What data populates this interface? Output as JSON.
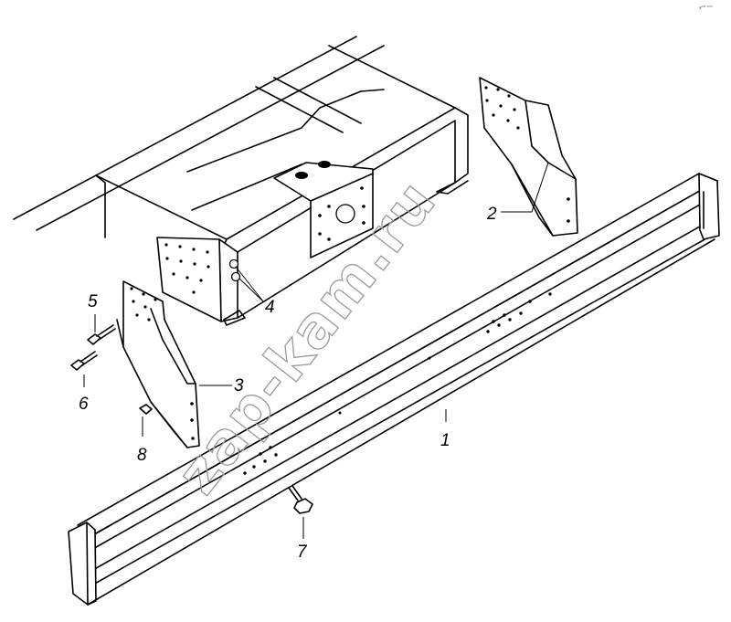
{
  "diagram": {
    "code": "х²⁸ ⁰⁰⁰",
    "watermark": "zap-kam.ru",
    "callouts": [
      {
        "number": "1",
        "part": "bumper beam"
      },
      {
        "number": "2",
        "part": "right bracket"
      },
      {
        "number": "3",
        "part": "left bracket"
      },
      {
        "number": "4",
        "part": "frame holes"
      },
      {
        "number": "5",
        "part": "bolt"
      },
      {
        "number": "6",
        "part": "bolt"
      },
      {
        "number": "7",
        "part": "bolt"
      },
      {
        "number": "8",
        "part": "nut"
      }
    ]
  }
}
